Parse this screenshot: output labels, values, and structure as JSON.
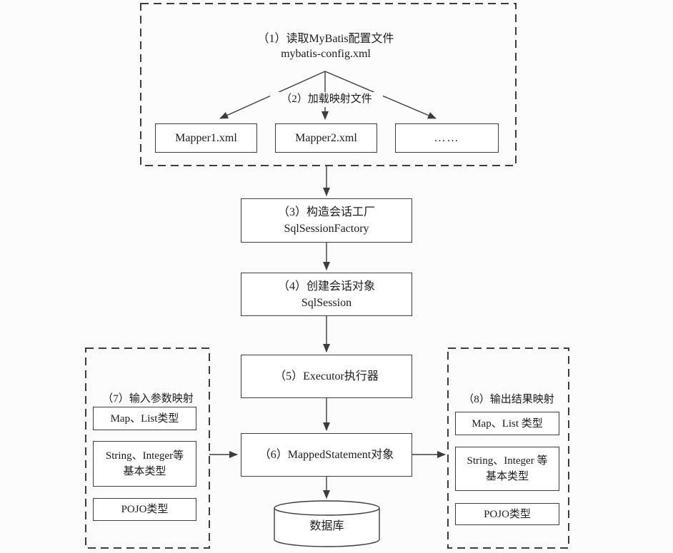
{
  "colors": {
    "line": "#3d3d3d",
    "text": "#1c1c1c",
    "background": "#fcfcfc",
    "box_background": "#ffffff"
  },
  "flow": {
    "config_group": {
      "step1_line1": "（1）读取MyBatis配置文件",
      "step1_line2": "mybatis-config.xml",
      "step2_label": "（2）加载映射文件",
      "mappers": [
        "Mapper1.xml",
        "Mapper2.xml",
        "……"
      ]
    },
    "step3_line1": "（3）构造会话工厂",
    "step3_line2": "SqlSessionFactory",
    "step4_line1": "（4）创建会话对象",
    "step4_line2": "SqlSession",
    "step5_label": "（5）Executor执行器",
    "step6_label": "（6）MappedStatement对象",
    "input_mapping": {
      "title": "（7）输入参数映射",
      "types": [
        {
          "line1": "Map、List类型"
        },
        {
          "line1": "String、Integer等",
          "line2": "基本类型"
        },
        {
          "line1": "POJO类型"
        }
      ]
    },
    "output_mapping": {
      "title": "（8）输出结果映射",
      "types": [
        {
          "line1": "Map、List 类型"
        },
        {
          "line1": "String、Integer 等",
          "line2": "基本类型"
        },
        {
          "line1": "POJO类型"
        }
      ]
    },
    "database_label": "数据库"
  }
}
